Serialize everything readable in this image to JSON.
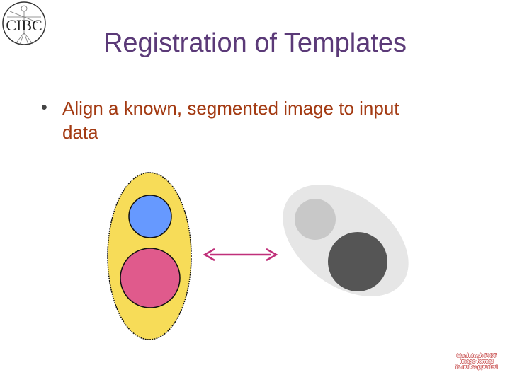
{
  "logo": {
    "text": "CIBC"
  },
  "slide": {
    "title": "Registration of Templates",
    "bullets": [
      {
        "marker": "•",
        "text": "Align a known, segmented image to input data"
      }
    ]
  },
  "pict_notice": {
    "line1": "Macintosh PICT",
    "line2": "image format",
    "line3": "is not supported"
  },
  "colors": {
    "title": "#5b3a78",
    "bullet_text": "#a33a12",
    "template_outer": "#f7dc58",
    "template_top_circle": "#6699ff",
    "template_bottom_circle": "#e05a8c",
    "arrow": "#c0307a",
    "input_outer": "#e6e6e6",
    "input_small_circle": "#c8c8c8",
    "input_large_circle": "#555555"
  }
}
